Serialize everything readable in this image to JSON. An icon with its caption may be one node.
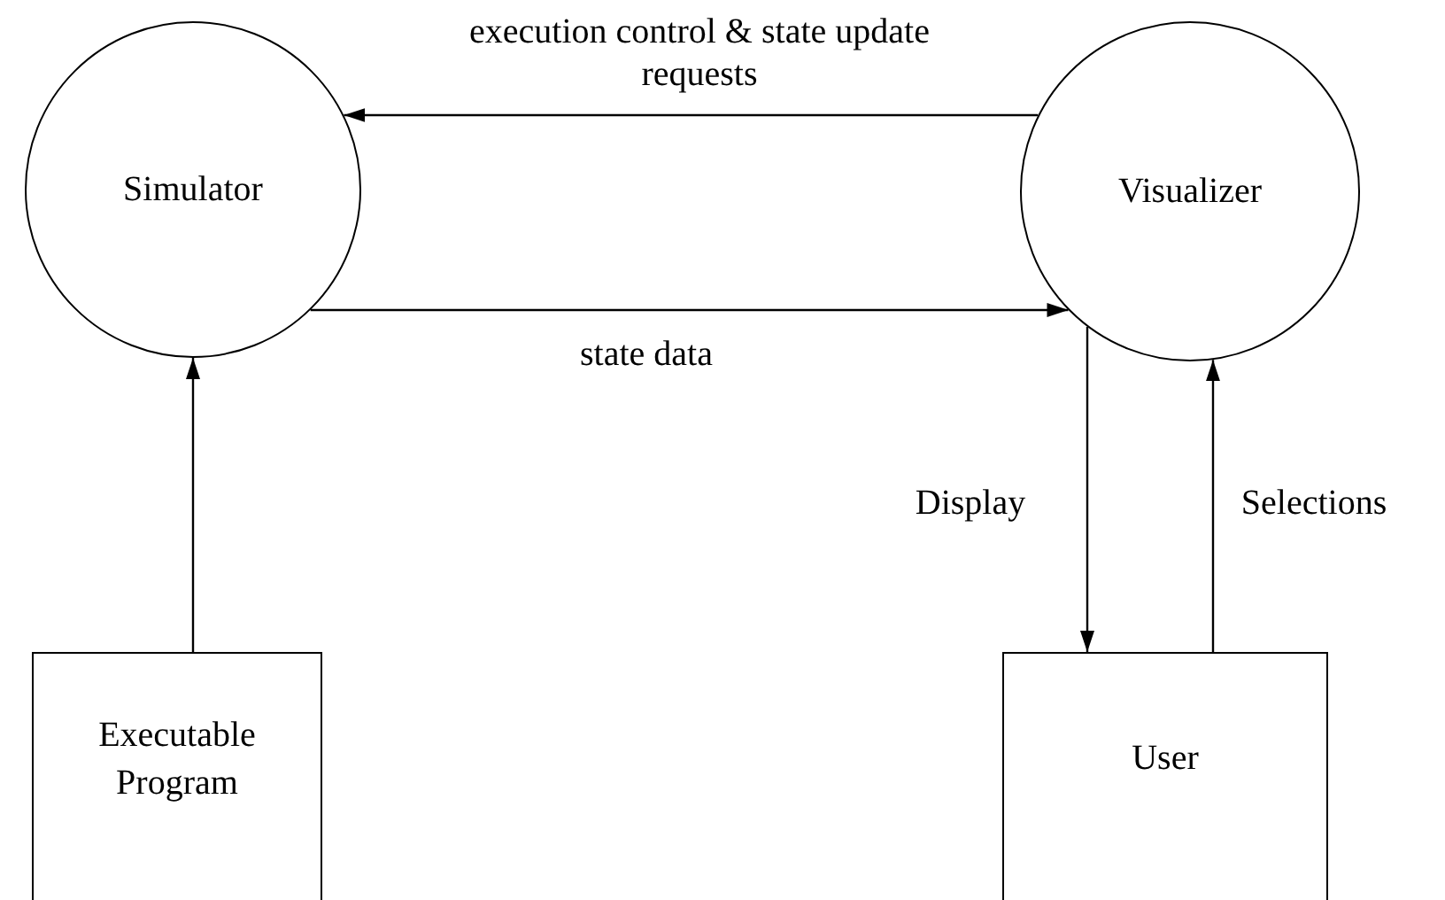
{
  "diagram": {
    "nodes": [
      {
        "text": [
          "Simulator"
        ]
      },
      {
        "text": [
          "Visualizer"
        ]
      },
      {
        "text": [
          "Executable Program"
        ]
      },
      {
        "text": [
          "User"
        ]
      }
    ],
    "edges": [
      {
        "from": 1,
        "to": 0,
        "arrow": "to",
        "label": "execution control & state update requests"
      },
      {
        "from": 0,
        "to": 1,
        "arrow": "to",
        "label": "state data"
      },
      {
        "from": 2,
        "to": 0,
        "arrow": "to"
      },
      {
        "from": 1,
        "to": 3,
        "arrow": "to",
        "label": "Display"
      },
      {
        "from": 3,
        "to": 1,
        "arrow": "to",
        "label": "Selections"
      }
    ]
  }
}
